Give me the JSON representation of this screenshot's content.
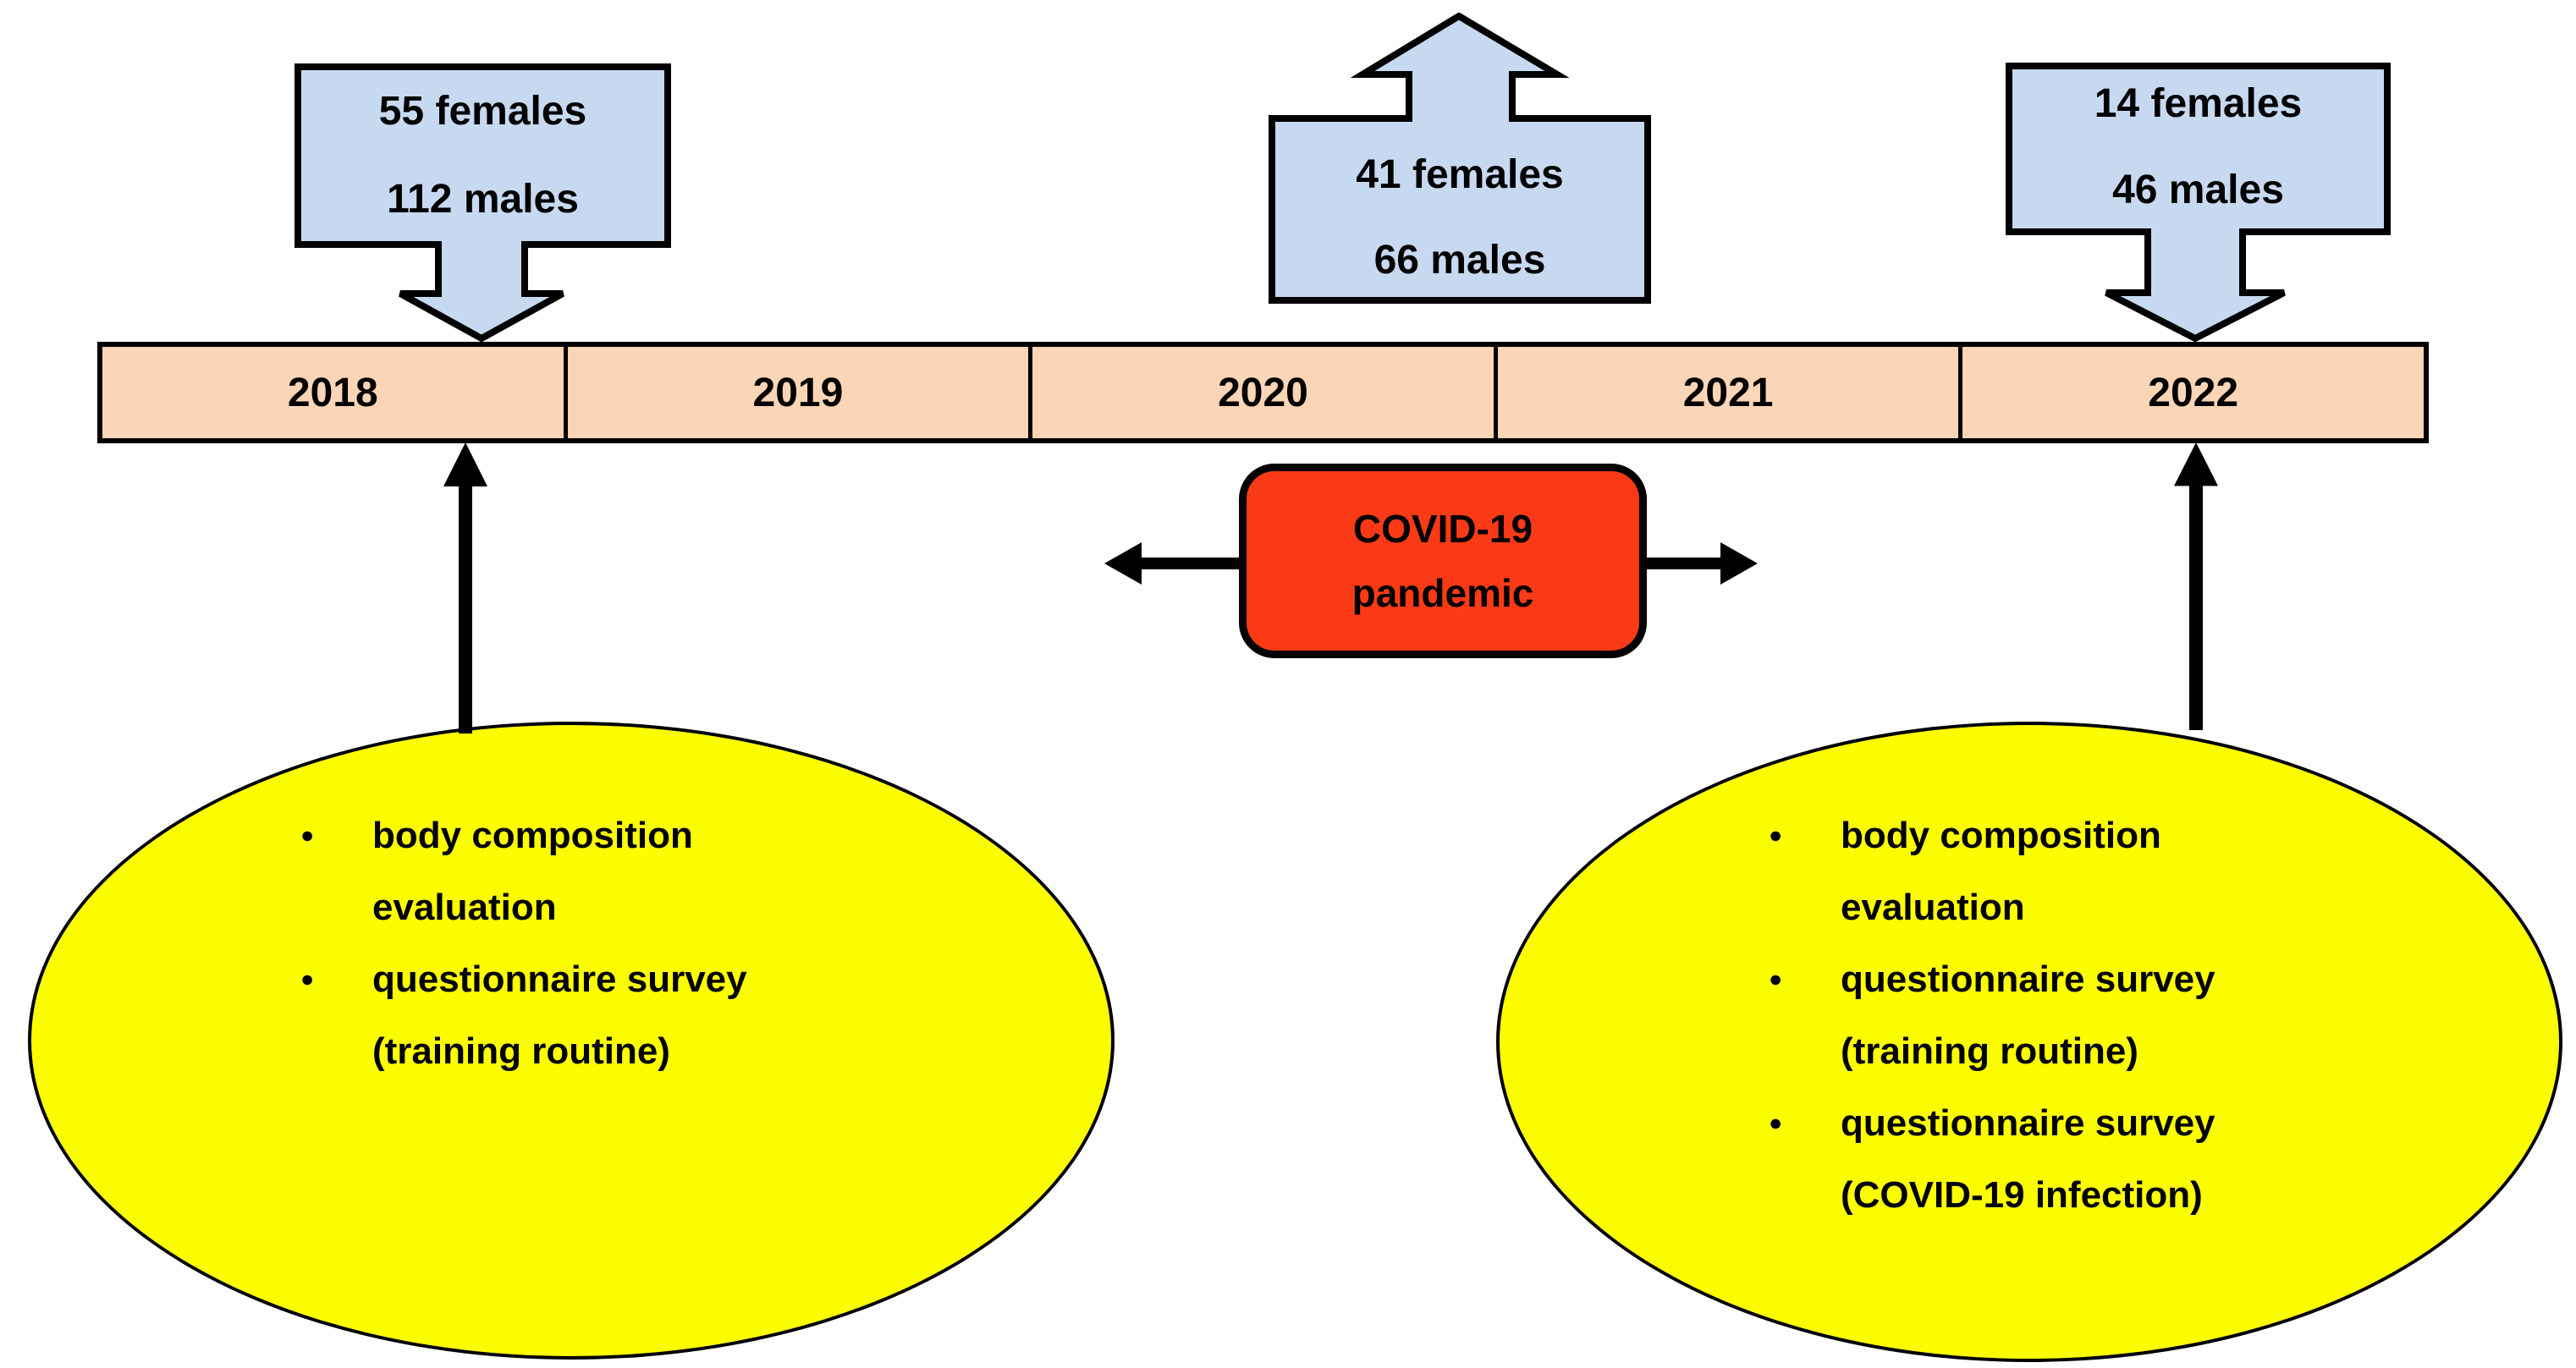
{
  "figure": {
    "type": "study-timeline-diagram",
    "background": "#ffffff"
  },
  "colors": {
    "callout_fill": "#c7d9f0",
    "timeline_fill": "#fbd5b5",
    "covid_fill": "#fa3a16",
    "ellipse_fill": "#fdfd01",
    "outline": "#000000",
    "text": "#000000"
  },
  "icons": {
    "bullet": "●"
  },
  "callouts": {
    "left": {
      "line1": "55 females",
      "line2": "112 males"
    },
    "middle": {
      "line1": "41 females",
      "line2": "66 males"
    },
    "right": {
      "line1": "14 females",
      "line2": "46 males"
    }
  },
  "timeline": {
    "years": [
      "2018",
      "2019",
      "2020",
      "2021",
      "2022"
    ]
  },
  "covid_box": {
    "line1": "COVID-19",
    "line2": "pandemic"
  },
  "ellipses": {
    "left": {
      "bullets": [
        {
          "line1": "body composition",
          "line2": "evaluation"
        },
        {
          "line1": "questionnaire survey",
          "line2": "(training routine)"
        }
      ]
    },
    "right": {
      "bullets": [
        {
          "line1": "body composition",
          "line2": "evaluation"
        },
        {
          "line1": "questionnaire survey",
          "line2": "(training routine)"
        },
        {
          "line1": "questionnaire survey",
          "line2": "(COVID-19 infection)"
        }
      ]
    }
  }
}
